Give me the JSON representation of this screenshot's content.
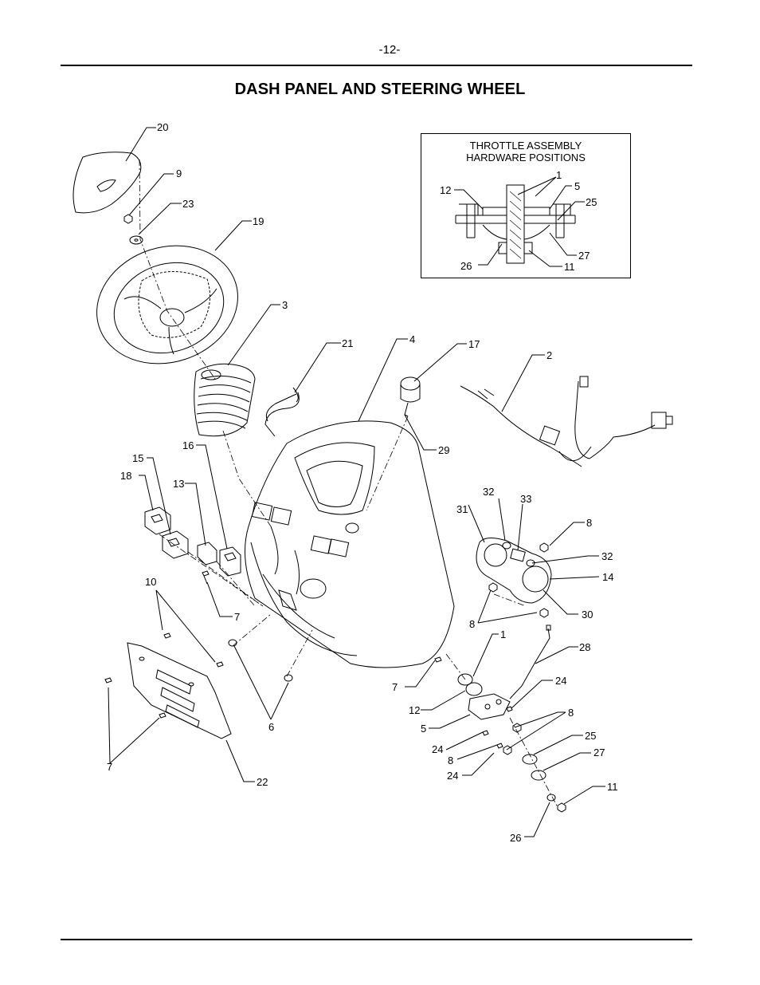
{
  "page_number": "-12-",
  "title": "DASH PANEL AND STEERING WHEEL",
  "inset": {
    "title_line1": "THROTTLE ASSEMBLY",
    "title_line2": "HARDWARE POSITIONS",
    "callouts": [
      "1",
      "5",
      "12",
      "25",
      "27",
      "26",
      "11"
    ]
  },
  "callouts": [
    "20",
    "9",
    "23",
    "19",
    "3",
    "21",
    "4",
    "17",
    "2",
    "29",
    "16",
    "15",
    "18",
    "13",
    "7",
    "10",
    "6",
    "22",
    "32",
    "33",
    "31",
    "8",
    "14",
    "30",
    "1",
    "28",
    "24",
    "12",
    "5",
    "25",
    "27",
    "11",
    "26"
  ]
}
